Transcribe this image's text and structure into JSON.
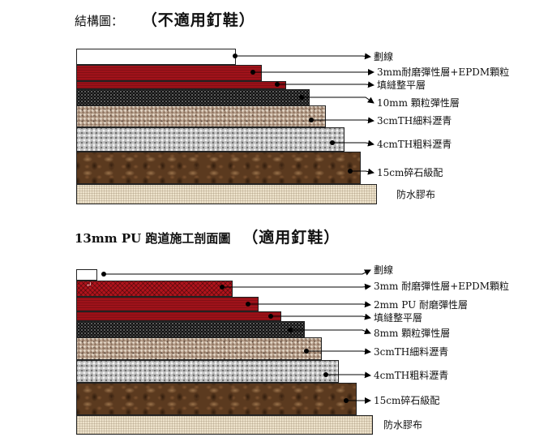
{
  "section1": {
    "title": "結構圖：",
    "title_paren": "（不適用釘鞋）",
    "layers": [
      {
        "texture": "t-line",
        "label": "劃線"
      },
      {
        "texture": "t-red",
        "label": "3mm耐磨彈性層+EPDM顆粒"
      },
      {
        "texture": "t-red2",
        "label": "填縫整平層"
      },
      {
        "texture": "t-black",
        "label": "10mm 顆粒彈性層"
      },
      {
        "texture": "t-tan",
        "label": "3cmTH細料瀝青"
      },
      {
        "texture": "t-grey",
        "label": "4cmTH粗料瀝青"
      },
      {
        "texture": "t-brown",
        "label": "15cm碎石級配"
      },
      {
        "texture": "t-cloth",
        "label": "防水膠布"
      }
    ]
  },
  "section2": {
    "title": "13mm PU  跑道施工剖面圖",
    "title_paren": "（適用釘鞋）",
    "layers": [
      {
        "texture": "t-line",
        "label": "劃線"
      },
      {
        "texture": "t-redx",
        "label": "3mm 耐磨彈性層+EPDM顆粒"
      },
      {
        "texture": "t-red",
        "label": "2mm PU 耐磨彈性層"
      },
      {
        "texture": "t-red2",
        "label": "填縫整平層"
      },
      {
        "texture": "t-black",
        "label": "8mm 顆粒彈性層"
      },
      {
        "texture": "t-tan",
        "label": "3cmTH細料瀝青"
      },
      {
        "texture": "t-grey",
        "label": "4cmTH粗料瀝青"
      },
      {
        "texture": "t-brown",
        "label": "15cm碎石級配"
      },
      {
        "texture": "t-cloth",
        "label": "防水膠布"
      }
    ]
  },
  "colors": {
    "red": "#a0121a",
    "black": "#111111",
    "cloth": "#eee3cc"
  }
}
